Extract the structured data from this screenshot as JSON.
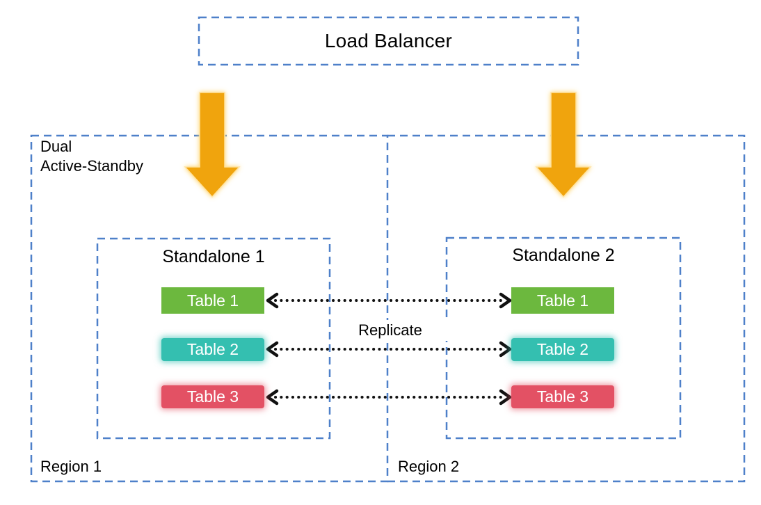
{
  "diagram": {
    "load_balancer_label": "Load Balancer",
    "mode_label_line1": "Dual",
    "mode_label_line2": "Active-Standby",
    "replicate_label": "Replicate",
    "regions": [
      {
        "label": "Region 1",
        "standalone": {
          "title": "Standalone 1",
          "tables": [
            "Table 1",
            "Table 2",
            "Table 3"
          ]
        }
      },
      {
        "label": "Region 2",
        "standalone": {
          "title": "Standalone 2",
          "tables": [
            "Table 1",
            "Table 2",
            "Table 3"
          ]
        }
      }
    ],
    "colors": {
      "dashed_border_blue": "#4E80C9",
      "flow_arrow_orange": "#F0A40E",
      "table1_green": "#6CB83E",
      "table2_teal": "#34BFB0",
      "table3_red": "#E35164",
      "connector_black": "#111111",
      "text_black": "#000000"
    }
  }
}
